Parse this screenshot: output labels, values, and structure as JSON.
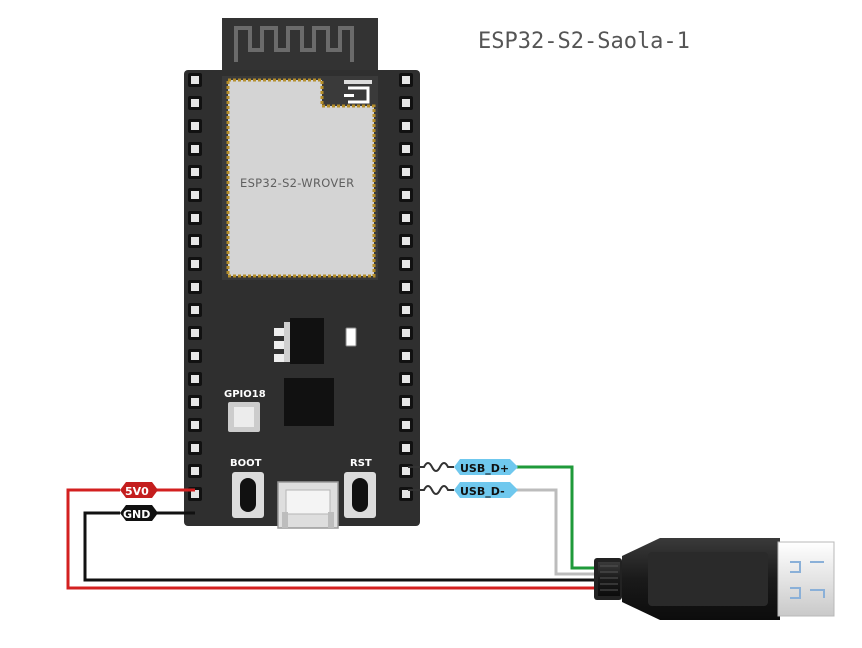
{
  "board": {
    "title": "ESP32-S2-Saola-1",
    "module_label": "ESP32-S2-WROVER",
    "silkscreen": {
      "gpio": "GPIO18",
      "boot": "BOOT",
      "rst": "RST"
    }
  },
  "pins": {
    "vcc": "5V0",
    "gnd": "GND",
    "d_plus": "USB_D+",
    "d_minus": "USB_D-"
  },
  "colors": {
    "board": "#2f2f2f",
    "module_shield": "#d4d4d4",
    "module_border": "#b58e2a",
    "vcc_wire": "#d32020",
    "gnd_wire": "#111111",
    "d_plus_wire": "#1f9a3a",
    "d_minus_wire": "#bcbcbc",
    "data_tag": "#6fc8ee",
    "power_tag": "#c41e1e",
    "ground_tag": "#111111"
  },
  "icons": [
    "wifi-antenna-icon",
    "espressif-logo-icon",
    "usb-symbol-icon"
  ]
}
